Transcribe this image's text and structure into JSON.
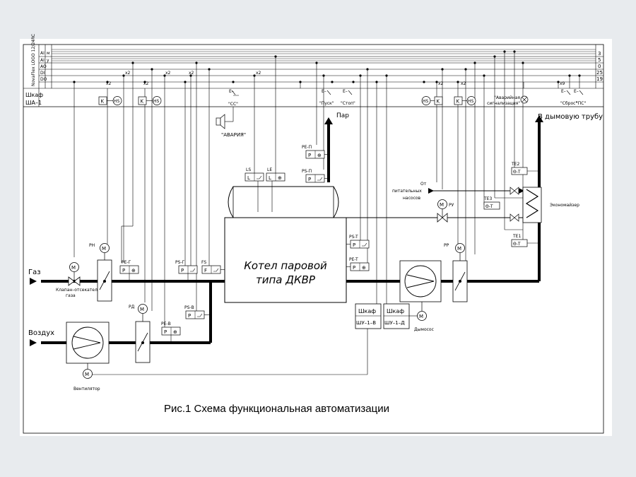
{
  "bus": {
    "controller_label": "NovaFlex LOGO 12/24RC",
    "rows": [
      {
        "label": "AI",
        "sub": "м",
        "count": "3"
      },
      {
        "label": "AI",
        "sub": "у",
        "count": "5"
      },
      {
        "label": "AO",
        "sub": "",
        "count": "0"
      },
      {
        "label": "DI",
        "sub": "",
        "count": "25"
      },
      {
        "label": "DO",
        "sub": "",
        "count": "19"
      }
    ]
  },
  "cabinet": {
    "line1": "Шкаф",
    "line2": "ША–1"
  },
  "alarm": {
    "label": "\"АВАРИЯ\"",
    "switch_label": "\"СС\""
  },
  "switches": {
    "start": "\"Пуск\"",
    "stop": "\"Стоп\"",
    "reset": "\"Сброс\"",
    "ps": "\"ПС\"",
    "alarm_sign": "\"Аварийная сигнализация\""
  },
  "multipliers": {
    "x2": "x2",
    "x9": "x9"
  },
  "boiler": {
    "line1": "Котел паровой",
    "line2": "типа ДКВР"
  },
  "flows": {
    "steam": "Пар",
    "gas": "Газ",
    "air": "Воздух",
    "chimney": "В дымовую трубу",
    "feed_line1": "От",
    "feed_line2": "питательных",
    "feed_line3": "насосов"
  },
  "devices": {
    "gas_valve_line1": "Клапан–отсекатель",
    "gas_valve_line2": "газа",
    "fan": "Вентилятор",
    "smoke_exhauster": "Дымосос",
    "economizer": "Экономайзер",
    "rn": "РН",
    "rd": "РД",
    "rr": "РР",
    "ru": "РУ",
    "cab_v_1": "Шкаф",
    "cab_v_2": "ШУ–1–В",
    "cab_d_1": "Шкаф",
    "cab_d_2": "ШУ–1–Д"
  },
  "sensors": {
    "pe_g": "PE-Г",
    "ps_g": "PS-Г",
    "fs": "FS",
    "ps_v": "PS-В",
    "pe_v": "PE-В",
    "pe_p": "PE-П",
    "ps_p": "PS-П",
    "ls": "LS",
    "le": "LE",
    "ps_t": "PS-T",
    "pe_t": "PE-T",
    "te1": "TE1",
    "te2": "TE2",
    "te3": "TE3"
  },
  "symbols": {
    "K": "K",
    "HS": "HS",
    "P": "P",
    "L": "L",
    "F": "F",
    "M": "M",
    "theta": "Θ-T"
  },
  "caption": "Рис.1 Схема функциональная автоматизации"
}
